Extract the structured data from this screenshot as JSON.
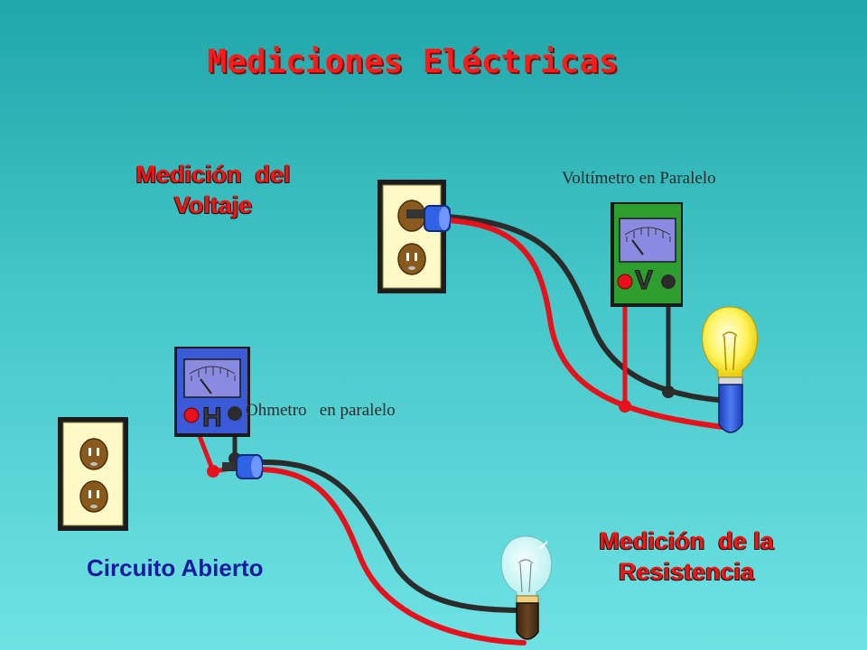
{
  "title": "Mediciones Eléctricas",
  "voltage_section": {
    "heading_line1": "Medición  del",
    "heading_line2": "Voltaje",
    "note": "Voltímetro en Paralelo",
    "meter_letter": "V"
  },
  "resistance_section": {
    "heading_line1": "Medición  de la",
    "heading_line2": "Resistencia",
    "note": "Ohmetro   en paralelo",
    "meter_letter": "H",
    "status_label": "Circuito Abierto"
  },
  "colors": {
    "background_top": "#1fa7a9",
    "background_bottom": "#6fe2e4",
    "title": "#ff1a1a",
    "heading": "#ff1010",
    "status_label": "#1a1aa0",
    "red_wire": "#e8101a",
    "black_wire": "#2b2b2b",
    "voltmeter_body": "#2e9e2e",
    "ohmmeter_body": "#3a5ad8",
    "plug": "#2f63e6",
    "outlet_plate": "#fff9c8"
  },
  "icons": [
    "wall-outlet-icon",
    "voltmeter-icon",
    "ohmmeter-icon",
    "plug-icon",
    "light-bulb-icon"
  ]
}
